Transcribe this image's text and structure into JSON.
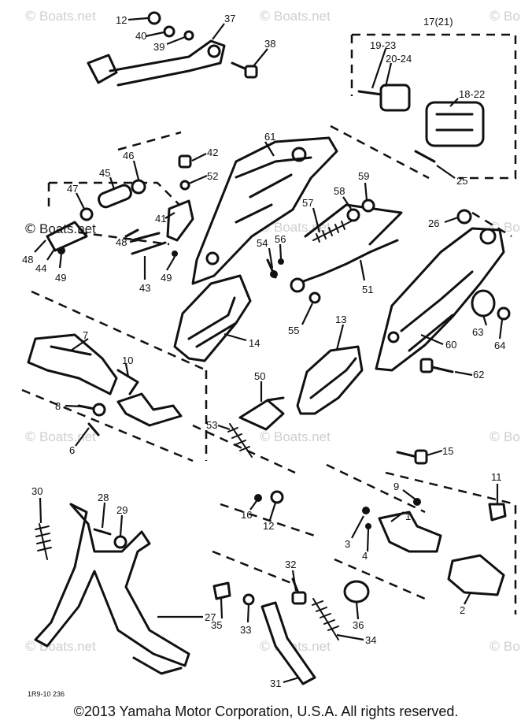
{
  "watermarks": {
    "symbol": "©",
    "text": "Boats.net",
    "edge_text": "Bo"
  },
  "diagram_code": "1R9-10 236",
  "footer": {
    "copyright": "©2013 Yamaha Motor Corporation, U.S.A. All rights reserved."
  },
  "callouts": {
    "c1": "12",
    "c2": "40",
    "c3": "39",
    "c4": "37",
    "c5": "38",
    "c6": "17(21)",
    "c7": "19-23",
    "c8": "20-24",
    "c9": "18-22",
    "c10": "25",
    "c11": "46",
    "c12": "42",
    "c13": "61",
    "c14": "45",
    "c15": "52",
    "c16": "47",
    "c17": "48",
    "c18": "44",
    "c19": "49",
    "c20": "41",
    "c21": "48",
    "c22": "43",
    "c23": "49",
    "c24": "57",
    "c25": "58",
    "c26": "59",
    "c27": "26",
    "c28": "54",
    "c29": "56",
    "c30": "51",
    "c31": "55",
    "c32": "14",
    "c33": "7",
    "c34": "10",
    "c35": "8",
    "c36": "6",
    "c37": "13",
    "c38": "50",
    "c39": "60",
    "c40": "63",
    "c41": "64",
    "c42": "62",
    "c43": "53",
    "c44": "15",
    "c45": "30",
    "c46": "28",
    "c47": "29",
    "c48": "16",
    "c49": "12",
    "c50": "9",
    "c51": "11",
    "c52": "3",
    "c53": "4",
    "c54": "1",
    "c55": "2",
    "c56": "32",
    "c57": "35",
    "c58": "33",
    "c59": "27",
    "c60": "36",
    "c61": "34",
    "c62": "31"
  }
}
